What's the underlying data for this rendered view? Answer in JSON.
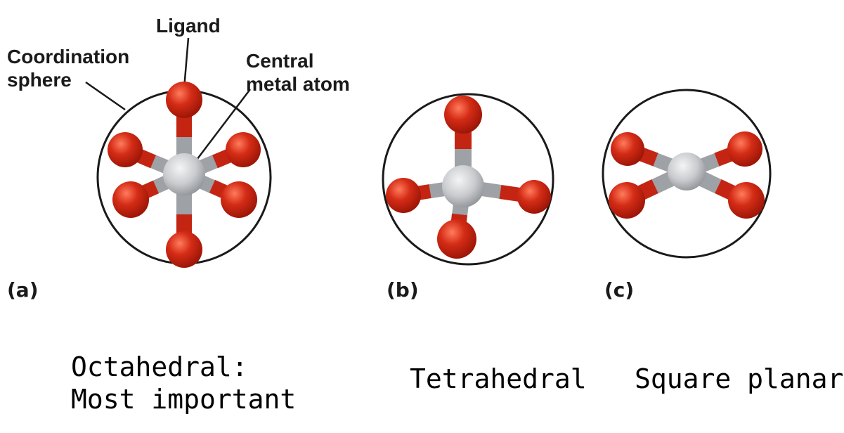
{
  "labels": {
    "ligand": "Ligand",
    "coordination_line1": "Coordination",
    "coordination_line2": "sphere",
    "central_line1": "Central",
    "central_line2": "metal atom"
  },
  "panels": [
    {
      "id": "a",
      "label": "(a)",
      "caption_line1": "Octahedral:",
      "caption_line2": "Most important"
    },
    {
      "id": "b",
      "label": "(b)",
      "caption_line1": "Tetrahedral"
    },
    {
      "id": "c",
      "label": "(c)",
      "caption_line1": "Square planar"
    }
  ],
  "colors": {
    "ligand": "#d42c16",
    "metal": "#c9cbce",
    "sphere": "#1a1a1a"
  }
}
